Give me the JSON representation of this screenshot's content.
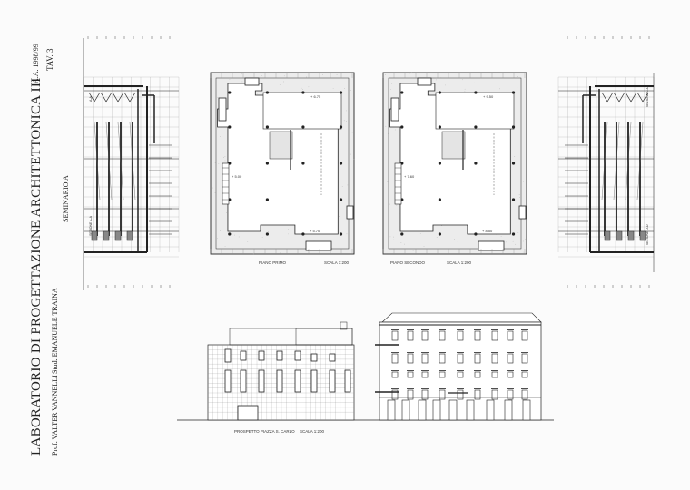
{
  "title_block": {
    "course": "LABORATORIO DI PROGETTAZIONE  ARCHITETTONICA III",
    "professor": "Prof. VALTER VANNELLI",
    "student": "Stud. EMANUELE TRAINA",
    "seminar": "SEMINARIO A",
    "academic_year": "A.A. 1998/99",
    "sheet_number": "TAV. 3"
  },
  "plans": [
    {
      "label": "PIANO PRIMO",
      "scale": "SCALA 1:200",
      "levels": [
        "+ 6.75",
        "+ 5.00",
        "+ 5.70"
      ]
    },
    {
      "label": "PIANO SECONDO",
      "scale": "SCALA 1:200",
      "levels": [
        "+ 9.50",
        "+ 7.60",
        "+ 8.50"
      ]
    }
  ],
  "sections": [
    {
      "label_top": "A-A",
      "label_bottom": "SEZIONE A-A"
    },
    {
      "label_top": "SEZIONE C-C",
      "label_bottom": "SEZIONE D-D"
    }
  ],
  "elevation": {
    "label": "PROSPETTO PIAZZA S. CARLO",
    "scale": "SCALA 1:200"
  },
  "colors": {
    "ink": "#222222",
    "hatch": "#bdbdbd",
    "paper": "#fbfbfb"
  }
}
